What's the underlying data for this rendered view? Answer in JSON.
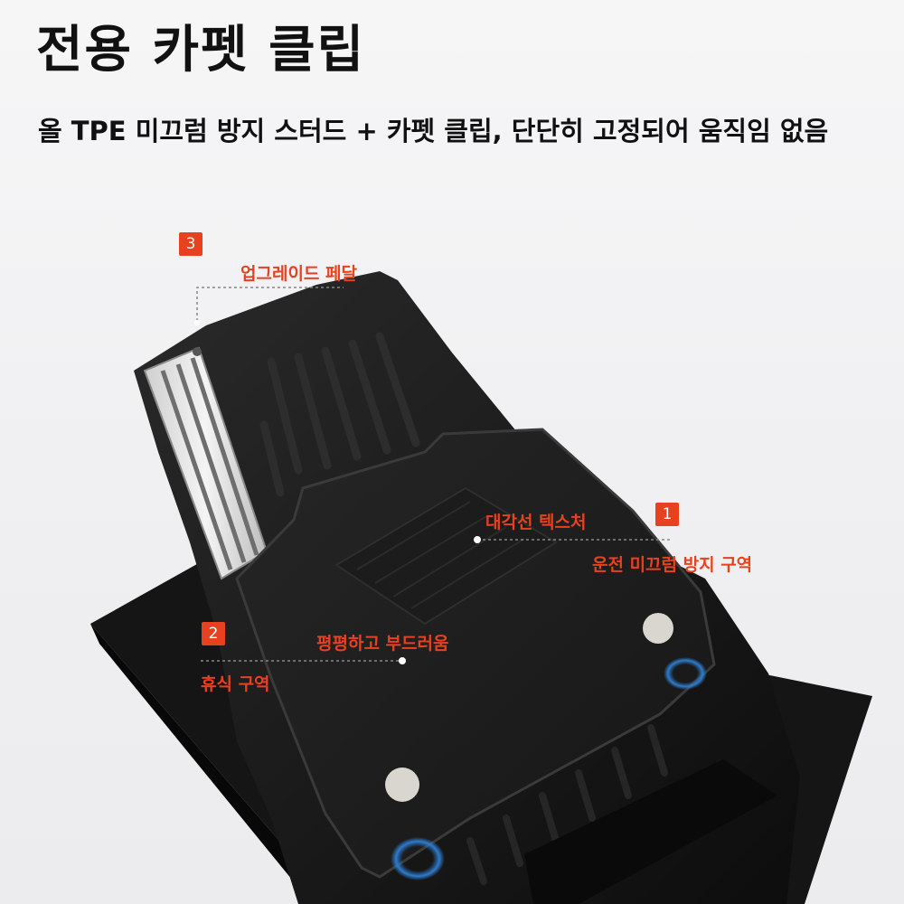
{
  "header": {
    "title": "전용 카펫 클립",
    "subtitle": "올 TPE 미끄럼 방지 스터드 + 카펫 클립, 단단히 고정되어 움직임 없음"
  },
  "callouts": [
    {
      "number": "1",
      "labels": [
        "대각선 텍스처",
        "운전 미끄럼 방지 구역"
      ]
    },
    {
      "number": "2",
      "labels": [
        "평평하고 부드러움",
        "휴식 구역"
      ]
    },
    {
      "number": "3",
      "labels": [
        "업그레이드 페달"
      ]
    }
  ],
  "colors": {
    "accent": "#e8411f",
    "mat": "#141414",
    "background": "#f2f2f3"
  }
}
